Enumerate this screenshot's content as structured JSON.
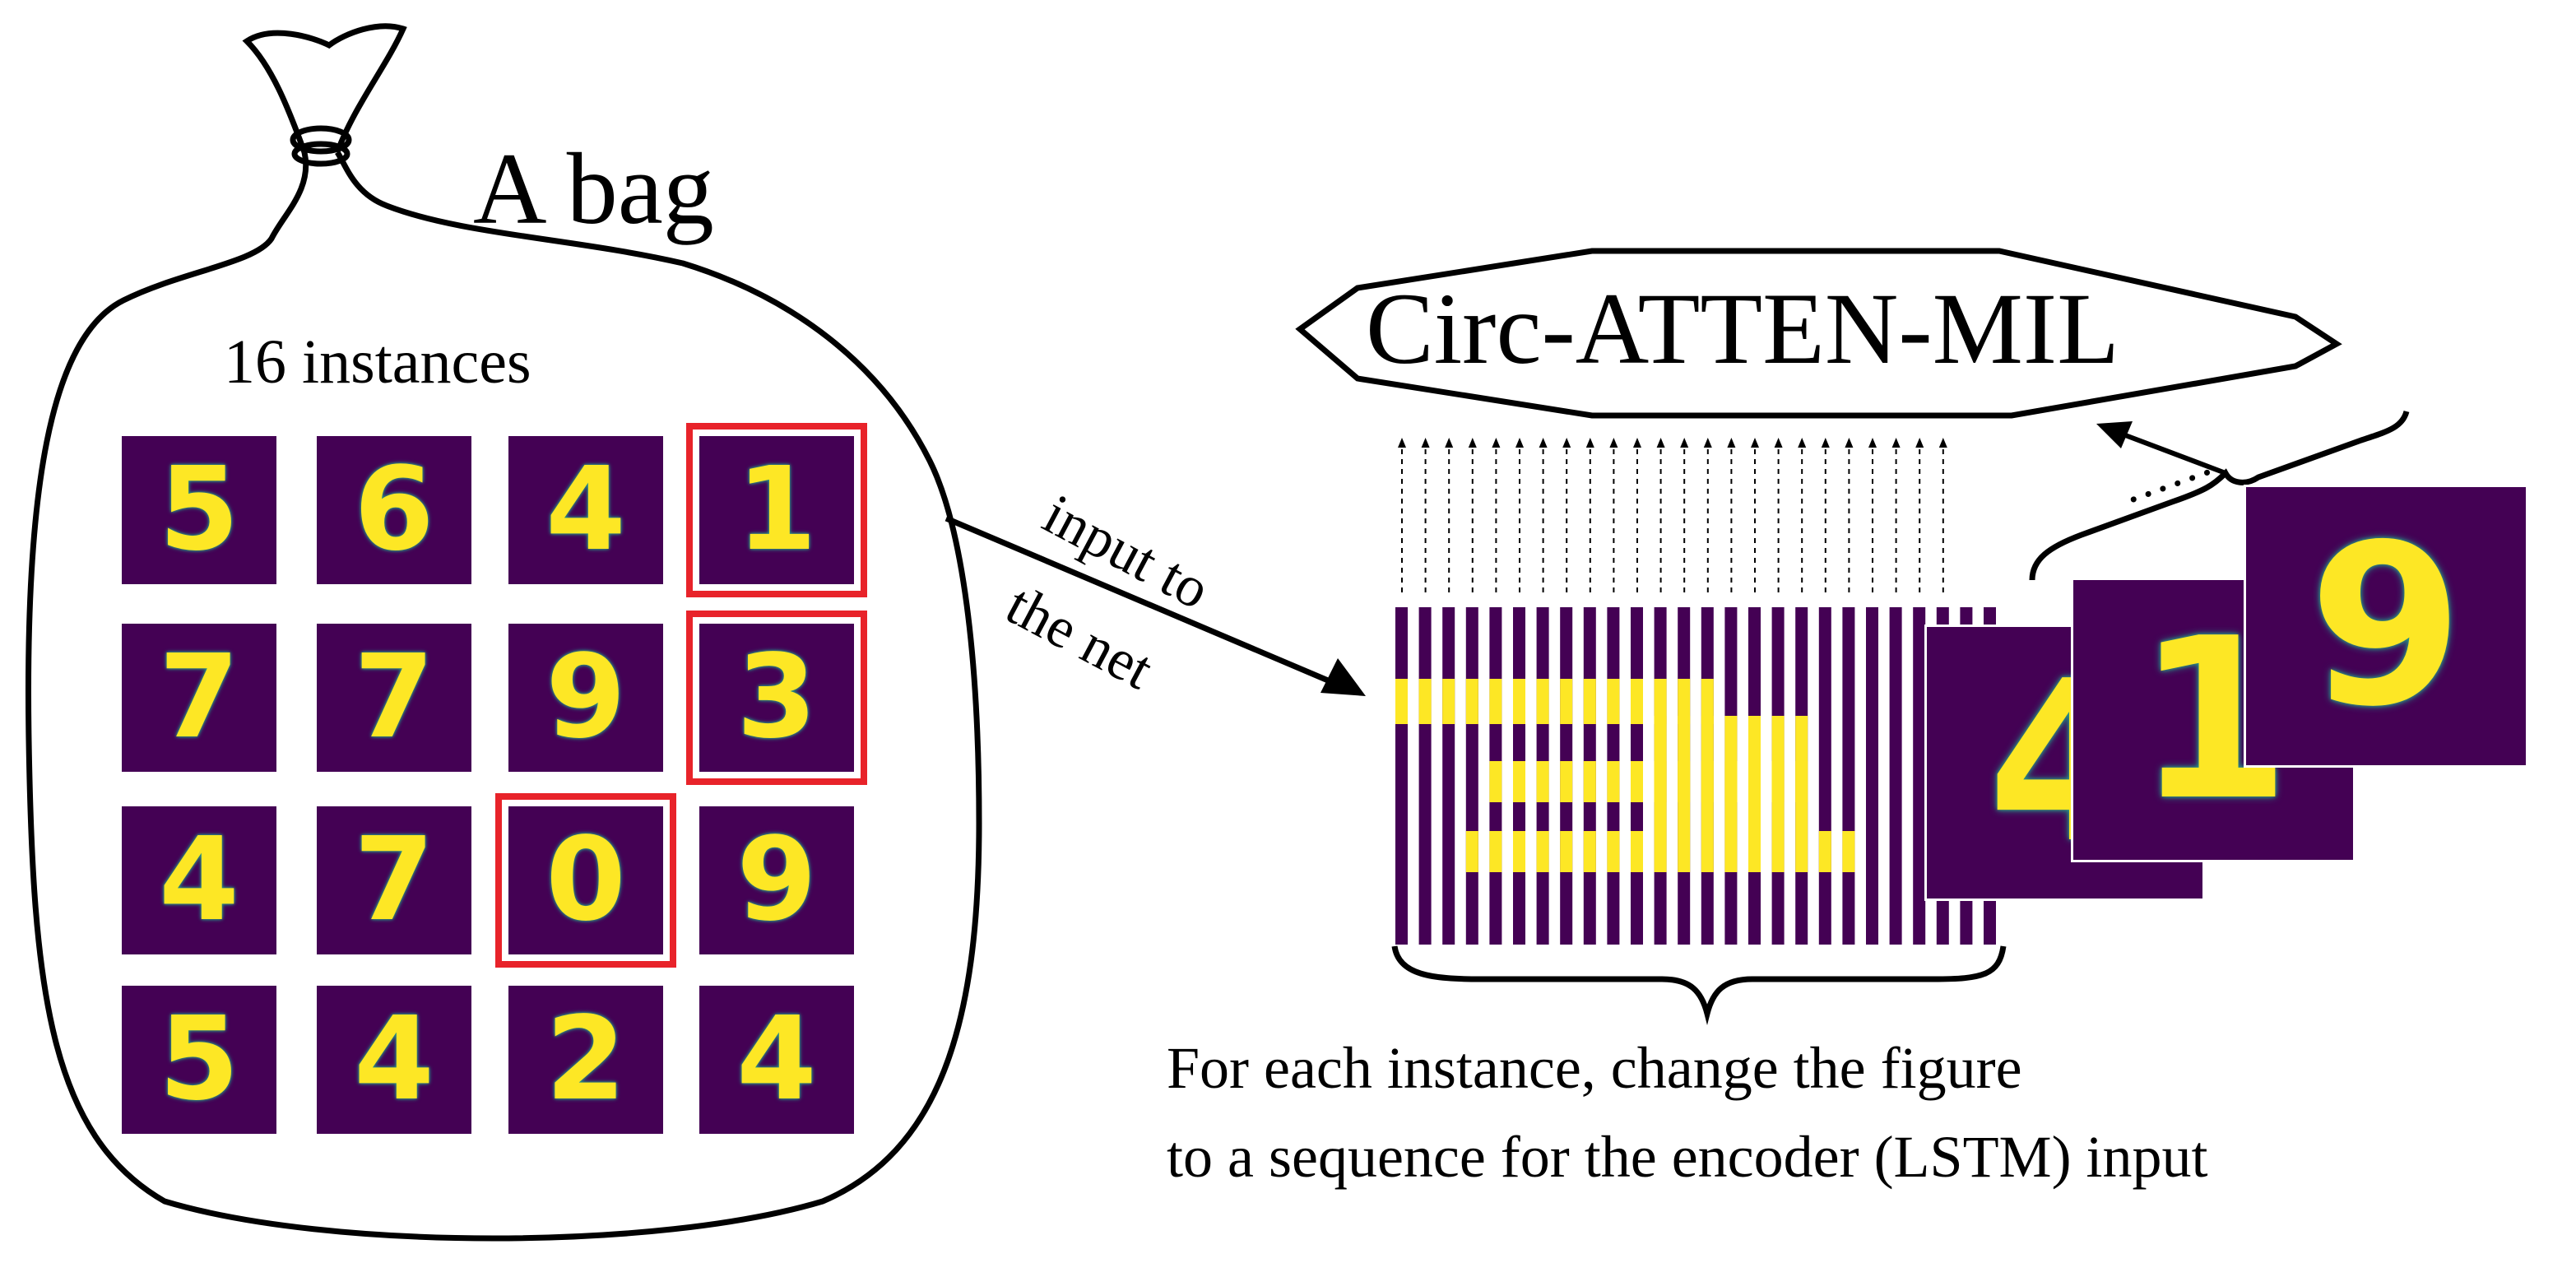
{
  "bag": {
    "title": "A bag",
    "instances_label": "16 instances",
    "tiles": [
      {
        "digit": "5",
        "selected": false
      },
      {
        "digit": "6",
        "selected": false
      },
      {
        "digit": "4",
        "selected": false
      },
      {
        "digit": "1",
        "selected": true
      },
      {
        "digit": "7",
        "selected": false
      },
      {
        "digit": "7",
        "selected": false
      },
      {
        "digit": "9",
        "selected": false
      },
      {
        "digit": "3",
        "selected": true
      },
      {
        "digit": "4",
        "selected": false
      },
      {
        "digit": "7",
        "selected": false
      },
      {
        "digit": "0",
        "selected": true
      },
      {
        "digit": "9",
        "selected": false
      },
      {
        "digit": "5",
        "selected": false
      },
      {
        "digit": "4",
        "selected": false
      },
      {
        "digit": "2",
        "selected": false
      },
      {
        "digit": "4",
        "selected": false
      }
    ]
  },
  "arrow": {
    "label_line1": "input to",
    "label_line2": "the net"
  },
  "model": {
    "name": "Circ-ATTEN-MIL"
  },
  "sequence": {
    "stack_digits": [
      "9",
      "1",
      "4"
    ],
    "ellipsis": "......"
  },
  "caption": {
    "line1": "For each instance, change the figure",
    "line2": "to a sequence for the encoder (LSTM) input"
  },
  "colors": {
    "tile_background": "#440154",
    "digit_stroke": "#fde725",
    "digit_edge": "#21918c",
    "selection_box": "#e8232a",
    "outline": "#000000"
  }
}
